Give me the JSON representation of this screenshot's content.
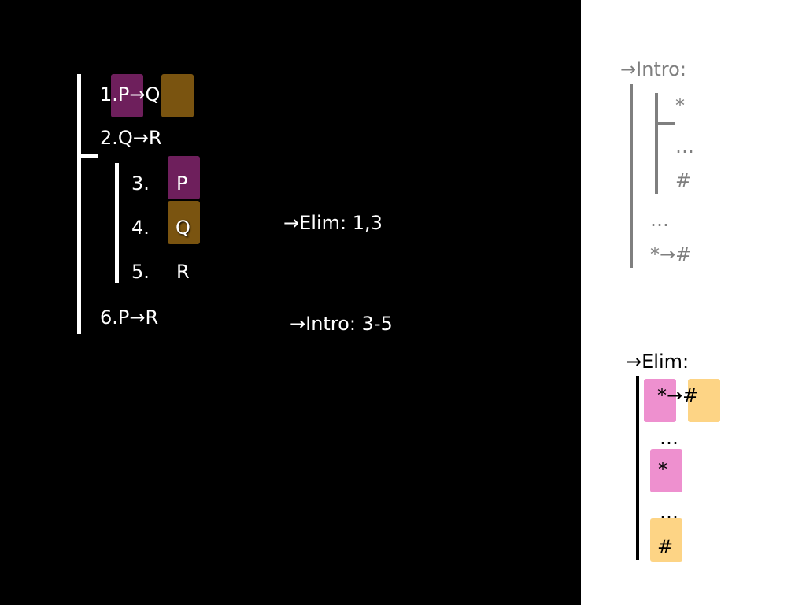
{
  "proof": {
    "line1": {
      "num": "1.",
      "p": "P",
      "arrow": "→",
      "q": "Q"
    },
    "line2": {
      "num": "2.",
      "q": "Q",
      "arrow": "→",
      "r": "R"
    },
    "line3": {
      "num": "3.",
      "formula": "P"
    },
    "line4": {
      "num": "4.",
      "formula": "Q"
    },
    "line5": {
      "num": "5.",
      "formula": "R"
    },
    "line6": {
      "num": "6.",
      "p": "P",
      "arrow": "→",
      "r": "R"
    },
    "justification_elim": "→Elim: 1,3",
    "justification_intro": "→Intro: 3-5"
  },
  "rules": {
    "intro": {
      "title": "→Intro:",
      "assumption": "*",
      "dots1": "…",
      "hash": "#",
      "dots2": "…",
      "conclusion": "*→#"
    },
    "elim": {
      "title": "→Elim:",
      "star": "*",
      "arrow": "→",
      "hash": "#",
      "dots1": "…",
      "star2": "*",
      "dots2": "…",
      "hash2": "#"
    }
  },
  "colors": {
    "background_left": "#000000",
    "background_right": "#ffffff",
    "purple": "#6e1f5c",
    "brown": "#7a5410",
    "pink": "#ee90cf",
    "yellow": "#fdd485",
    "gray": "#7f7f7f"
  }
}
